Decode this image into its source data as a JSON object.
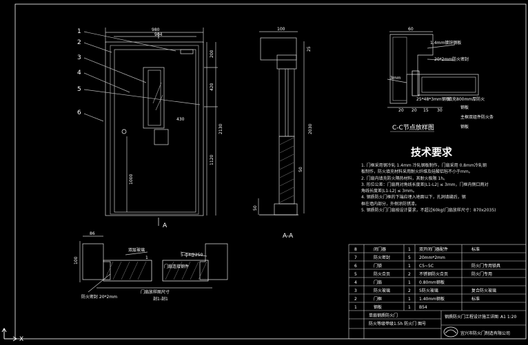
{
  "drawing": {
    "part_labels": [
      "1",
      "2",
      "3",
      "4",
      "5",
      "6"
    ],
    "front_view": {
      "dims_top": [
        "980",
        "904"
      ],
      "dim_right_outer": "2130",
      "dims_right": [
        "200",
        "420",
        "1120"
      ],
      "dim_lock": "1000",
      "dim_window_w": "430",
      "section_mark": "A"
    },
    "section_aa": {
      "dim_top": "100",
      "dims_right": [
        "25",
        "2030",
        "50"
      ],
      "dim_bottom": "50",
      "caption": "A-A"
    },
    "detail_cc": {
      "dim_top": "60",
      "label_glass": "1.4mm镀锌钢板",
      "label_frame": "20*2mm防火密封",
      "label_core": "25*48*3mm钢板",
      "label_fill": "填充800mm厚防火",
      "label_r1": "钢板",
      "label_r2": "主框双组件防火条",
      "label_r3": "钢板",
      "label_left": "3mm",
      "dims_bottom": [
        "20",
        "20",
        "15",
        "30"
      ],
      "caption": "C-C节点放样图"
    },
    "plan_section": {
      "dim_top": "86",
      "dim_left": "100",
      "label_glass": "双层玻璃",
      "label_mid": "门扇连接钢件",
      "label_right": "5-ф4@250",
      "label_bottom_left": "防火密封 20*2mm",
      "dim_bottom_1": "门扇放样图尺寸",
      "dim_bottom_2": "剖1-剖1",
      "mark_a": "1"
    },
    "tech": {
      "title": "技术要求",
      "notes": [
        "1. 门框采用钢冷轧 1.4mm 冷轧钢板制作，门扇采用 0.8mm冷轧钢",
        "   板制作，防火填充材料采用耐火纤维及硅酸铝毡不小于mm。",
        "2. 门扇内填充防火隔热材料，其耐火极限 1h。",
        "3. 形位公差：门扇两对角线长度差|L1-L2| ≤ 3mm，门框内侧口两对",
        "   角线长度差|L1-L2| ≤ 3mm。",
        "4. 钢质防火门框的下端应埋入地面以下，孔洞填缝后，钢",
        "   框在墙内部分，外侧涂防锈漆。",
        "5. 钢质防火门门扇按设计要求，不超过60kg(门扇放样尺寸：870x2035)"
      ]
    },
    "bom": {
      "rows": [
        {
          "no": "8",
          "name": "闭门器",
          "qty": "1",
          "spec": "双开闭门器配件",
          "note": "标准"
        },
        {
          "no": "7",
          "name": "防火密封",
          "qty": "5",
          "spec": "20mm*2mm",
          "note": ""
        },
        {
          "no": "6",
          "name": "门锁",
          "qty": "1",
          "spec": "C5~5C",
          "note": "防火门专用锁具"
        },
        {
          "no": "5",
          "name": "防火合页",
          "qty": "2",
          "spec": "不锈钢防火合页",
          "note": "防火门专用"
        },
        {
          "no": "4",
          "name": "门扇",
          "qty": "1",
          "spec": "0.80mm钢板",
          "note": ""
        },
        {
          "no": "3",
          "name": "防火玻璃",
          "qty": "2",
          "spec": "5防火玻璃",
          "note": "复合防火玻璃"
        },
        {
          "no": "2",
          "name": "门框",
          "qty": "1",
          "spec": "1.40mm钢板",
          "note": "标准"
        },
        {
          "no": "1",
          "name": "钢板",
          "qty": "1",
          "spec": "B54",
          "note": ""
        }
      ],
      "footer_1": "单扇钢质防火门",
      "footer_2": "防火等级甲级1.5h 防火门 图号",
      "title_main": "钢质防火门工程设计施工详图",
      "scale": "A1 1:20",
      "company": "宜兴市防火门制造有限公司"
    }
  }
}
